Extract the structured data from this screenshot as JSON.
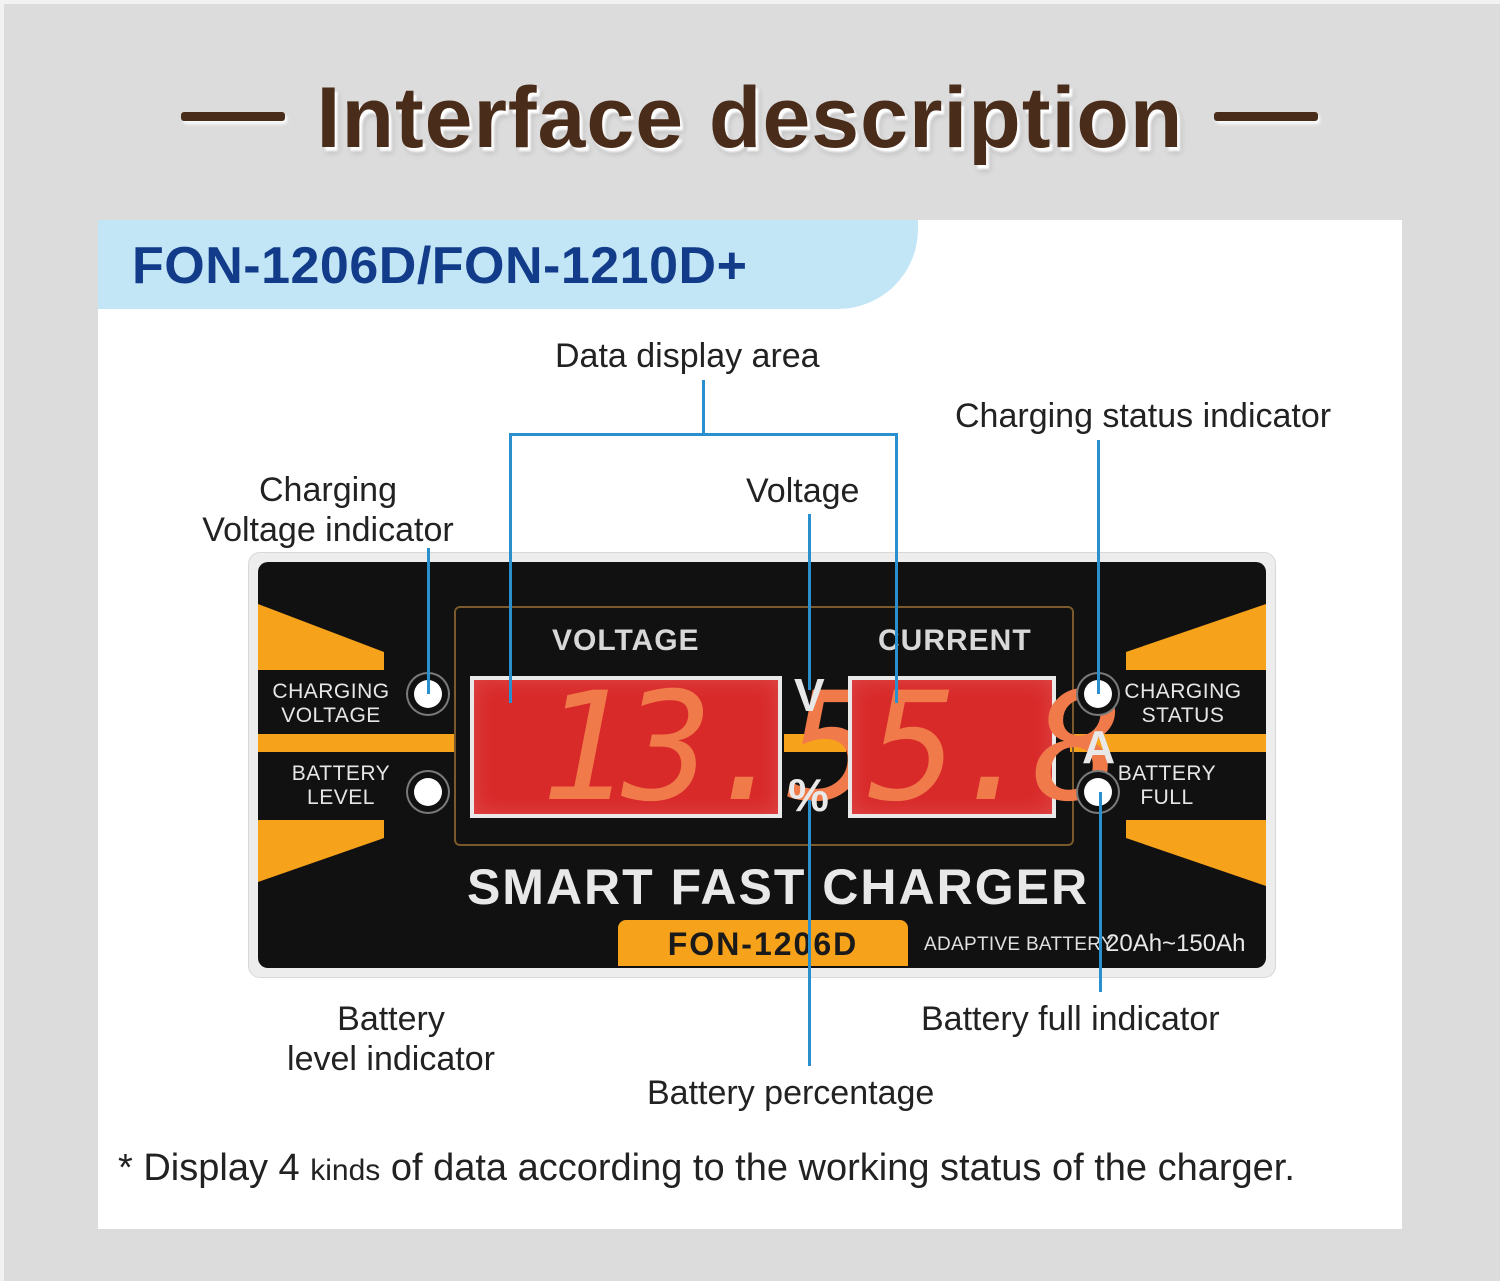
{
  "header": {
    "title": "Interface description"
  },
  "model_title": "FON-1206D/FON-1210D+",
  "callouts": {
    "data_display_area": "Data display area",
    "charging_status_indicator": "Charging status indicator",
    "charging_voltage_indicator_line1": "Charging",
    "charging_voltage_indicator_line2": "Voltage indicator",
    "voltage": "Voltage",
    "battery_level_indicator_line1": "Battery",
    "battery_level_indicator_line2": "level indicator",
    "battery_full_indicator": "Battery full indicator",
    "battery_percentage": "Battery percentage"
  },
  "device": {
    "voltage_header": "VOLTAGE",
    "current_header": "CURRENT",
    "voltage_reading": "13.5",
    "current_reading": "5.8",
    "unit_v": "V",
    "unit_percent": "%",
    "unit_a": "A",
    "charging_voltage_label_1": "CHARGING",
    "charging_voltage_label_2": "VOLTAGE",
    "battery_level_label_1": "BATTERY",
    "battery_level_label_2": "LEVEL",
    "charging_status_label_1": "CHARGING",
    "charging_status_label_2": "STATUS",
    "battery_full_label_1": "BATTERY",
    "battery_full_label_2": "FULL",
    "brand": "SMART FAST CHARGER",
    "model": "FON-1206D",
    "adaptive": "ADAPTIVE BATTERY",
    "range": "20Ah~150Ah"
  },
  "footnote": {
    "star": "*",
    "part1": "Display 4",
    "part2": "kinds",
    "part3": "of data according to the working status of the charger."
  },
  "colors": {
    "background": "#dcdcdc",
    "title_brown": "#4a2c1a",
    "model_blue": "#123c8a",
    "tab_blue": "#c3e6f6",
    "line_blue": "#2a8fcf",
    "orange": "#f7a21b",
    "screen_red": "#d92a2a"
  }
}
